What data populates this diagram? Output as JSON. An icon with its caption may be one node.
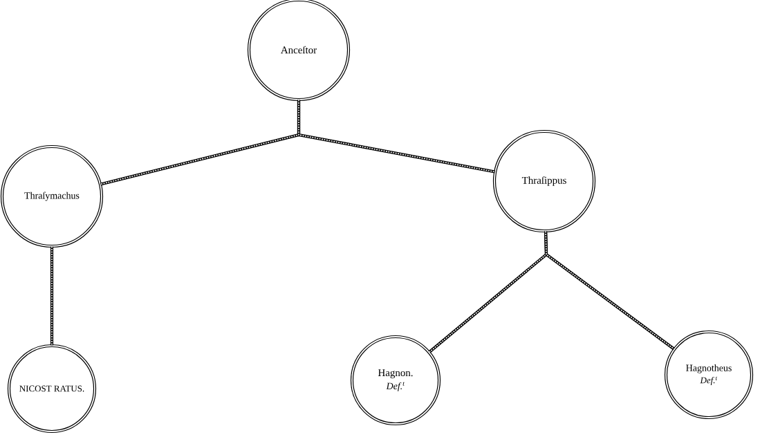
{
  "diagram": {
    "nodes": [
      {
        "text": [
          "Anceſtor"
        ]
      },
      {
        "text": [
          "Thraſymachus"
        ]
      },
      {
        "text": [
          "Thraſippus"
        ]
      },
      {
        "text": [
          "NICOST RATUS."
        ]
      },
      {
        "text": [
          "Hagnon.",
          "Def.$^{t}$"
        ]
      },
      {
        "text": [
          "Hagnotheus",
          "Def.$^{t}$"
        ]
      }
    ],
    "edges": [
      {
        "from": 0,
        "to": 1,
        "arrow": "none"
      },
      {
        "from": 0,
        "to": 2,
        "arrow": "none"
      },
      {
        "from": 1,
        "to": 3,
        "arrow": "none"
      },
      {
        "from": 2,
        "to": 4,
        "arrow": "none"
      },
      {
        "from": 2,
        "to": 5,
        "arrow": "none"
      }
    ]
  }
}
